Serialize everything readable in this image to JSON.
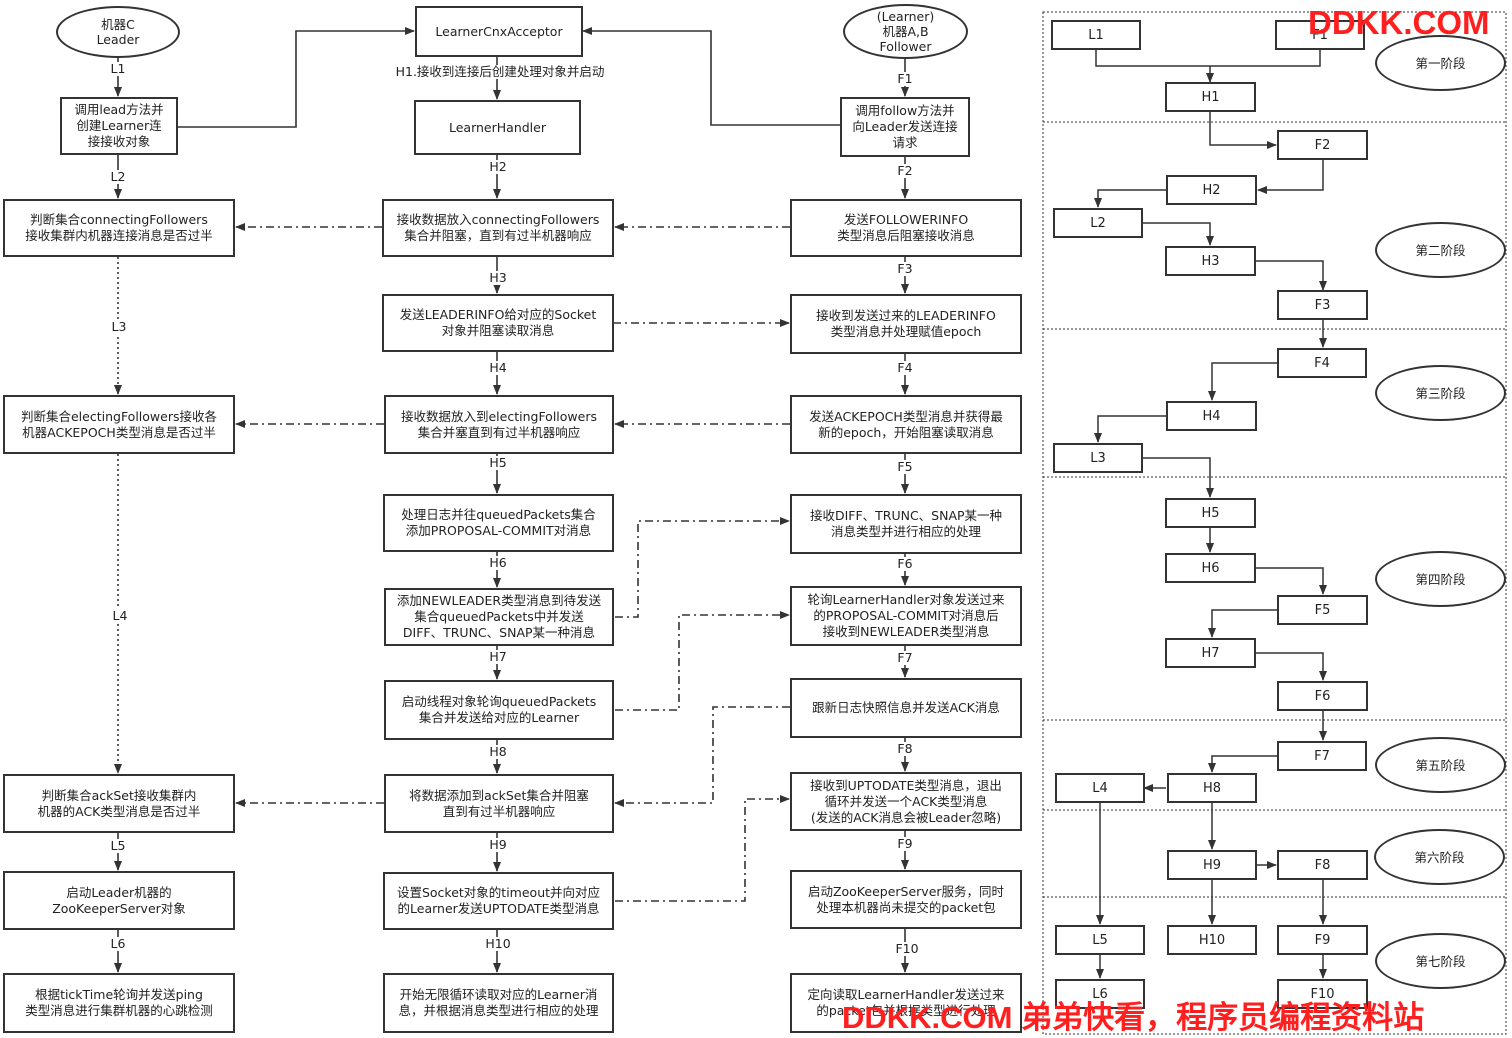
{
  "nodes": {
    "leader_c": "机器C\nLeader",
    "acceptor": "LearnerCnxAcceptor",
    "follower_ab": "(Learner)\n机器A,B\nFollower",
    "lead_call": "调用lead方法并\n创建Learner连\n接接收对象",
    "handler": "LearnerHandler",
    "follow_call": "调用follow方法并\n向Leader发送连接\n请求",
    "judge_connecting": "判断集合connectingFollowers\n接收集群内机器连接消息是否过半",
    "recv_connecting": "接收数据放入connectingFollowers\n集合并阻塞，直到有过半机器响应",
    "send_followerinfo": "发送FOLLOWERINFO\n类型消息后阻塞接收消息",
    "send_leaderinfo": "发送LEADERINFO给对应的Socket\n对象并阻塞读取消息",
    "recv_leaderinfo": "接收到发送过来的LEADERINFO\n类型消息并处理赋值epoch",
    "judge_electing": "判断集合electingFollowers接收各\n机器ACKEPOCH类型消息是否过半",
    "recv_electing": "接收数据放入到electingFollowers\n集合并塞直到有过半机器响应",
    "send_ackepoch": "发送ACKEPOCH类型消息并获得最\n新的epoch，开始阻塞读取消息",
    "process_log": "处理日志并往queuedPackets集合\n添加PROPOSAL-COMMIT对消息",
    "recv_diff": "接收DIFF、TRUNC、SNAP某一种\n消息类型并进行相应的处理",
    "add_newleader": "添加NEWLEADER类型消息到待发送\n集合queuedPackets中并发送\nDIFF、TRUNC、SNAP某一种消息",
    "poll_handler": "轮询LearnerHandler对象发送过来\n的PROPOSAL-COMMIT对消息后\n接收到NEWLEADER类型消息",
    "start_thread": "启动线程对象轮询queuedPackets\n集合并发送给对应的Learner",
    "update_snapshot": "跟新日志快照信息并发送ACK消息",
    "judge_ackset": "判断集合ackSet接收集群内\n机器的ACK类型消息是否过半",
    "add_ackset": "将数据添加到ackSet集合并阻塞\n直到有过半机器响应",
    "recv_uptodate": "接收到UPTODATE类型消息，退出\n循环并发送一个ACK类型消息\n(发送的ACK消息会被Leader忽略)",
    "start_leader": "启动Leader机器的\nZooKeeperServer对象",
    "set_socket": "设置Socket对象的timeout并向对应\n的Learner发送UPTODATE类型消息",
    "start_zk": "启动ZooKeeperServer服务，同时\n处理本机器尚未提交的packet包",
    "heartbeat": "根据tickTime轮询并发送ping\n类型消息进行集群机器的心跳检测",
    "loop_read": "开始无限循环读取对应的Learner消\n息，并根据消息类型进行相应的处理",
    "directed_read": "定向读取LearnerHandler发送过来\n的packet包并根据类型进行处理"
  },
  "edge_labels": {
    "L1": "L1",
    "L2": "L2",
    "L3": "L3",
    "L4": "L4",
    "L5": "L5",
    "L6": "L6",
    "H1": "H1.接收到连接后创建处理对象并启动",
    "H2": "H2",
    "H3": "H3",
    "H4": "H4",
    "H5": "H5",
    "H6": "H6",
    "H7": "H7",
    "H8": "H8",
    "H9": "H9",
    "H10": "H10",
    "F1": "F1",
    "F2": "F2",
    "F3": "F3",
    "F4": "F4",
    "F5": "F5",
    "F6": "F6",
    "F7": "F7",
    "F8": "F8",
    "F9": "F9",
    "F10": "F10"
  },
  "timeline": {
    "boxes": {
      "L1": "L1",
      "F1": "F1",
      "H1": "H1",
      "F2": "F2",
      "H2": "H2",
      "L2": "L2",
      "H3": "H3",
      "F3": "F3",
      "F4": "F4",
      "H4": "H4",
      "L3": "L3",
      "H5": "H5",
      "H6": "H6",
      "F5": "F5",
      "H7": "H7",
      "F6": "F6",
      "F7": "F7",
      "H8": "H8",
      "L4": "L4",
      "H9": "H9",
      "F8": "F8",
      "L5": "L5",
      "H10": "H10",
      "F9": "F9",
      "L6": "L6",
      "F10": "F10"
    },
    "stages": [
      "第一阶段",
      "第二阶段",
      "第三阶段",
      "第四阶段",
      "第五阶段",
      "第六阶段",
      "第七阶段"
    ]
  },
  "watermark": {
    "top": "DDKK.COM",
    "bottom": "DDKK.COM 弟弟快看，程序员编程资料站",
    "color": "#ff1f1f"
  }
}
